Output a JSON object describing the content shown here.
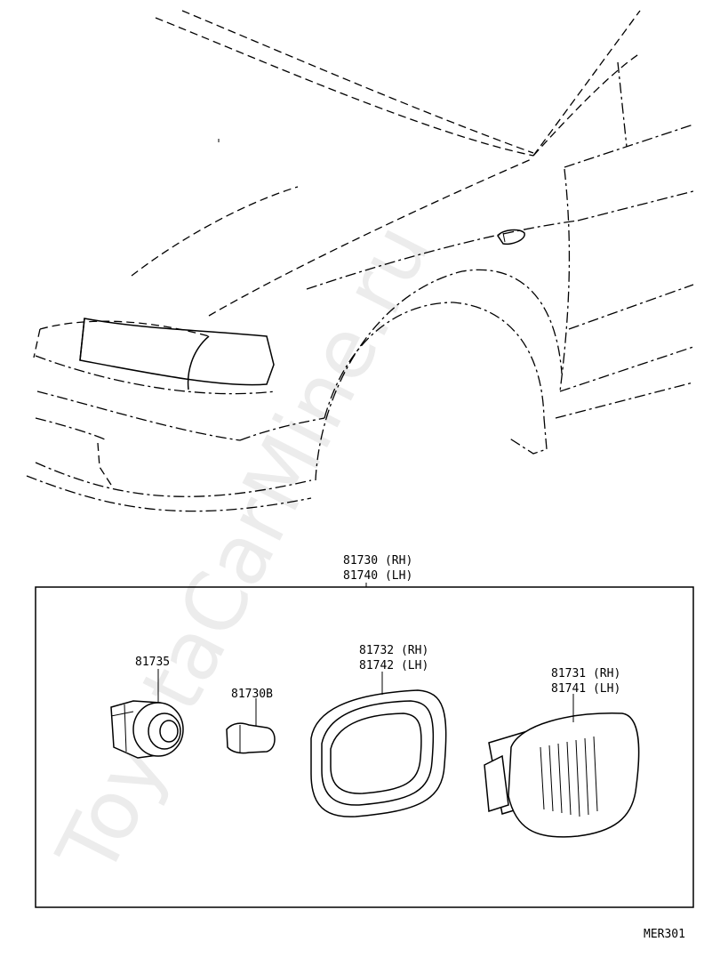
{
  "watermark": "ToyotaCarMine.ru",
  "assembly": {
    "line1": "81730 (RH)",
    "line2": "81740 (LH)"
  },
  "parts": {
    "socket": "81735",
    "bulb": "81730B",
    "gasket": {
      "line1": "81732 (RH)",
      "line2": "81742 (LH)"
    },
    "lens": {
      "line1": "81731 (RH)",
      "line2": "81741 (LH)"
    }
  },
  "figure_code": "MER301"
}
